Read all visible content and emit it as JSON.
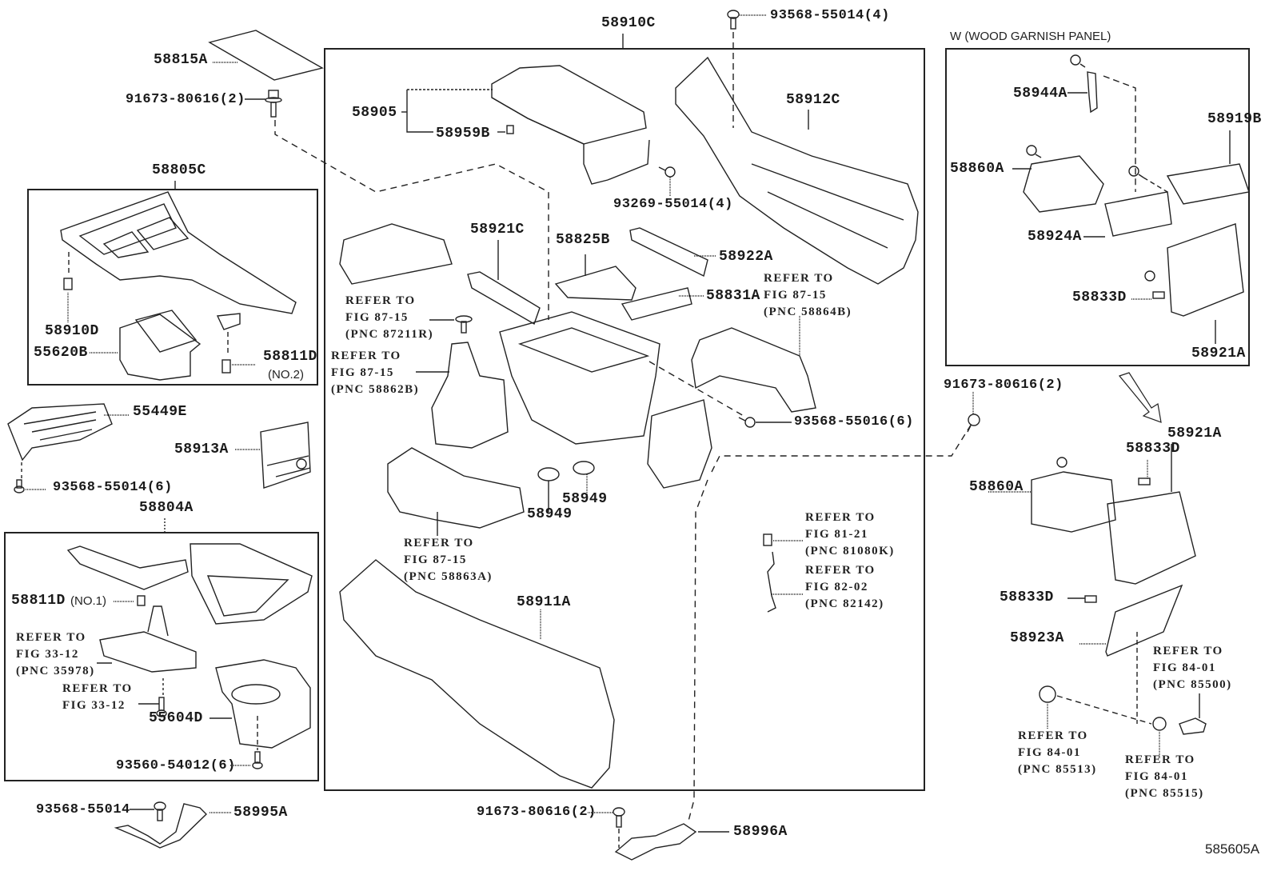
{
  "figure_id": "585605A",
  "group_boxes": {
    "main": {
      "part": "58910C"
    },
    "upper_left": {
      "part": "58805C"
    },
    "lower_left": {
      "part": "58804A"
    },
    "wood": {
      "title": "W (WOOD GARNISH PANEL)"
    }
  },
  "parts": {
    "p58815A": "58815A",
    "p91673_a": "91673-80616(2)",
    "p58805C": "58805C",
    "p58910D": "58910D",
    "p55620B": "55620B",
    "p58811D_no2": "58811D",
    "p58811D_no2_note": "(NO.2)",
    "p55449E": "55449E",
    "p93568_6": "93568-55014(6)",
    "p58913A": "58913A",
    "p58804A": "58804A",
    "p58811D_no1": "58811D",
    "p58811D_no1_note": "(NO.1)",
    "p55604D": "55604D",
    "p93560": "93560-54012(6)",
    "p93568_single": "93568-55014",
    "p58995A": "58995A",
    "p58910C": "58910C",
    "p93568_4": "93568-55014(4)",
    "p58905": "58905",
    "p58959B": "58959B",
    "p93269": "93269-55014(4)",
    "p58912C": "58912C",
    "p58921C": "58921C",
    "p58825B": "58825B",
    "p58922A": "58922A",
    "p58831A": "58831A",
    "p93568_16": "93568-55016(6)",
    "p58949_a": "58949",
    "p58949_b": "58949",
    "p58911A": "58911A",
    "p91673_b": "91673-80616(2)",
    "p58996A": "58996A",
    "p58944A": "58944A",
    "p58919B": "58919B",
    "p58860A_w": "58860A",
    "p58924A": "58924A",
    "p58833D_w": "58833D",
    "p58921A_w": "58921A",
    "p91673_c": "91673-80616(2)",
    "p58921A": "58921A",
    "p58833D_a": "58833D",
    "p58860A": "58860A",
    "p58833D_b": "58833D",
    "p58923A": "58923A"
  },
  "references": {
    "r87211R": "REFER TO\nFIG 87-15\n(PNC 87211R)",
    "r58862B": "REFER TO\nFIG 87-15\n(PNC 58862B)",
    "r58864B": "REFER TO\nFIG 87-15\n(PNC 58864B)",
    "r58863A": "REFER TO\nFIG 87-15\n(PNC 58863A)",
    "r81080K": "REFER TO\nFIG 81-21\n(PNC 81080K)",
    "r82142": "REFER TO\nFIG 82-02\n(PNC 82142)",
    "r35978": "REFER TO\nFIG 33-12\n(PNC 35978)",
    "r33_12": "REFER TO\nFIG 33-12",
    "r85500": "REFER TO\nFIG 84-01\n(PNC 85500)",
    "r85513": "REFER TO\nFIG 84-01\n(PNC 85513)",
    "r85515": "REFER TO\nFIG 84-01\n(PNC 85515)"
  }
}
